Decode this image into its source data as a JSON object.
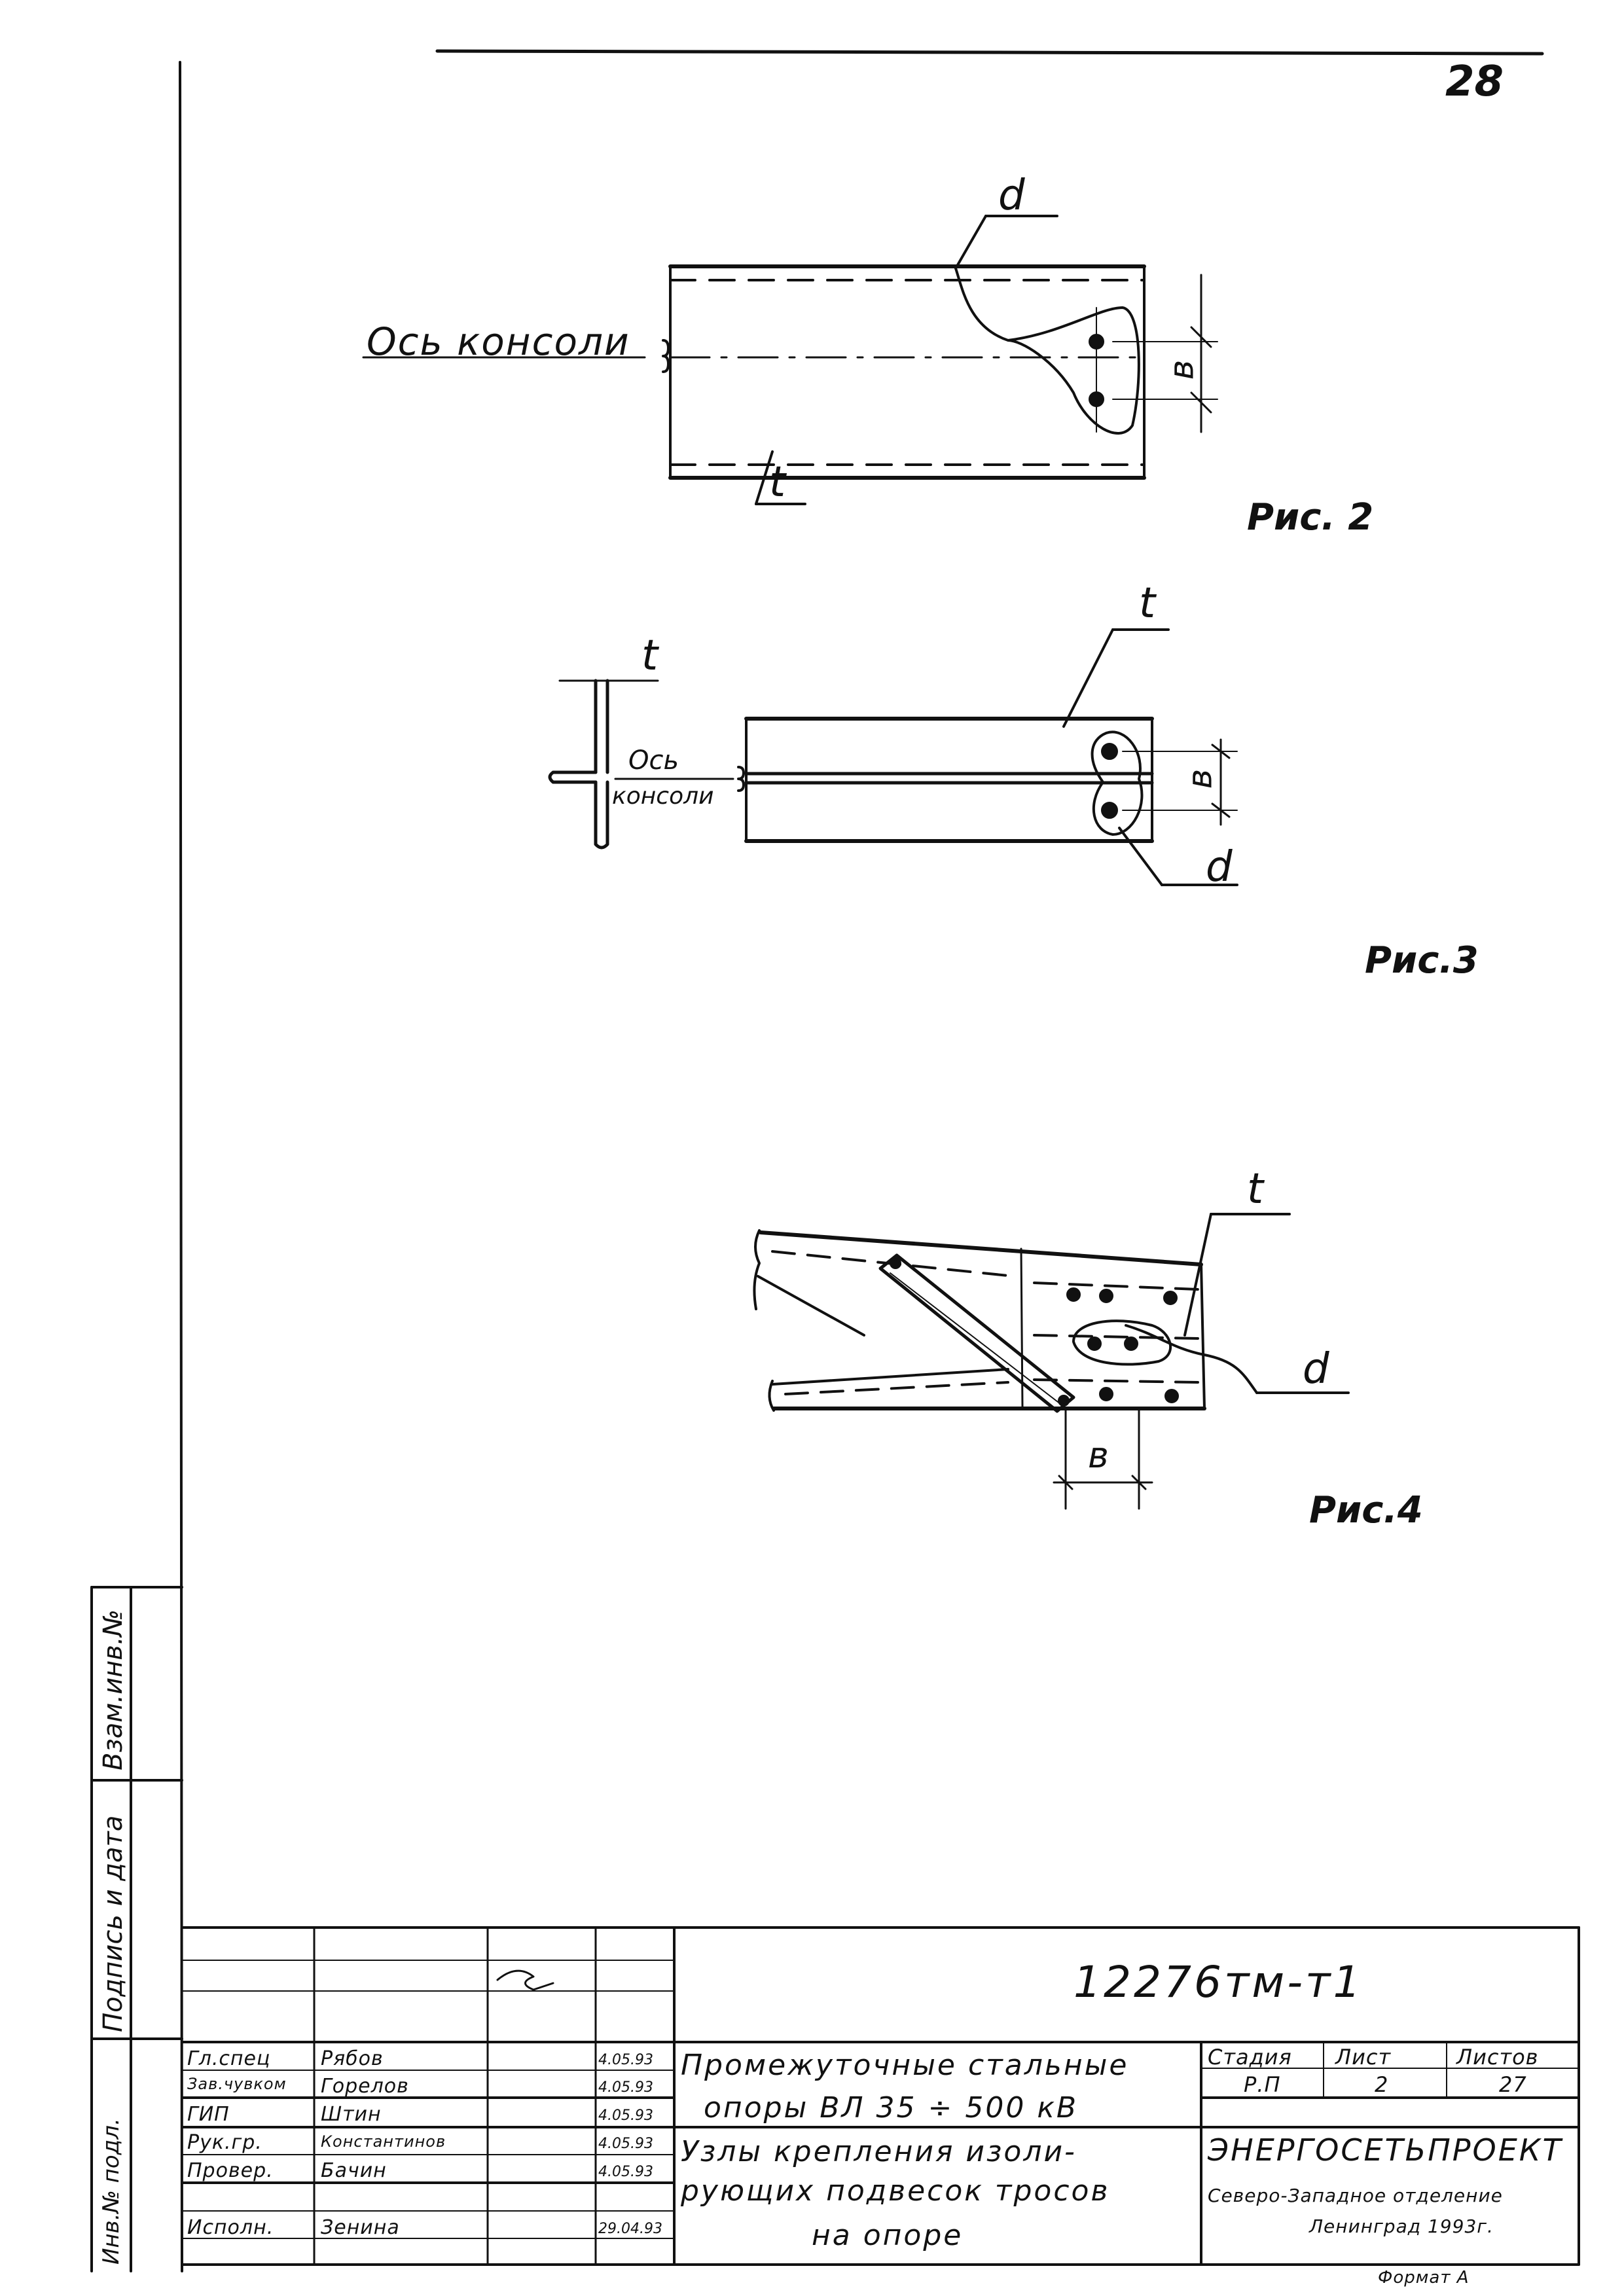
{
  "page_number": "28",
  "figure2": {
    "caption": "Рис. 2",
    "axis_label": "Ось консоли",
    "label_d": "d",
    "label_t": "t",
    "label_b": "в"
  },
  "figure3": {
    "caption": "Рис.3",
    "axis_label_line1": "Ось",
    "axis_label_line2": "консоли",
    "label_t_profile": "t",
    "label_t": "t",
    "label_d": "d",
    "label_b": "в"
  },
  "figure4": {
    "caption": "Рис.4",
    "label_t": "t",
    "label_d": "d",
    "label_b": "в"
  },
  "side_stamp": {
    "field1": "Взам.инв.№",
    "field2": "Подпись и дата",
    "field3": "Инв.№ подл."
  },
  "title_block": {
    "document_code": "12276тм-т1",
    "roles": [
      {
        "role": "Гл.спец",
        "name": "Рябов",
        "date": "4.05.93"
      },
      {
        "role": "Зав.чувком",
        "name": "Горелов",
        "date": "4.05.93"
      },
      {
        "role": "ГИП",
        "name": "Штин",
        "date": "4.05.93"
      },
      {
        "role": "Рук.гр.",
        "name": "Константинов",
        "date": "4.05.93"
      },
      {
        "role": "Провер.",
        "name": "Бачин",
        "date": "4.05.93"
      },
      {
        "role": "Исполн.",
        "name": "Зенина",
        "date": "29.04.93"
      }
    ],
    "title_line1": "Промежуточные стальные",
    "title_line2": "опоры ВЛ 35 ÷ 500 кВ",
    "subtitle_line1": "Узлы крепления изоли-",
    "subtitle_line2": "рующих подвесок тросов",
    "subtitle_line3": "на опоре",
    "stage_header": "Стадия",
    "sheet_header": "Лист",
    "sheets_header": "Листов",
    "stage": "Р.П",
    "sheet": "2",
    "sheets": "27",
    "org_name": "ЭНЕРГОСЕТЬПРОЕКТ",
    "org_sub1": "Северо-Западное отделение",
    "org_sub2": "Ленинград 1993г."
  },
  "format_label": "Формат А"
}
